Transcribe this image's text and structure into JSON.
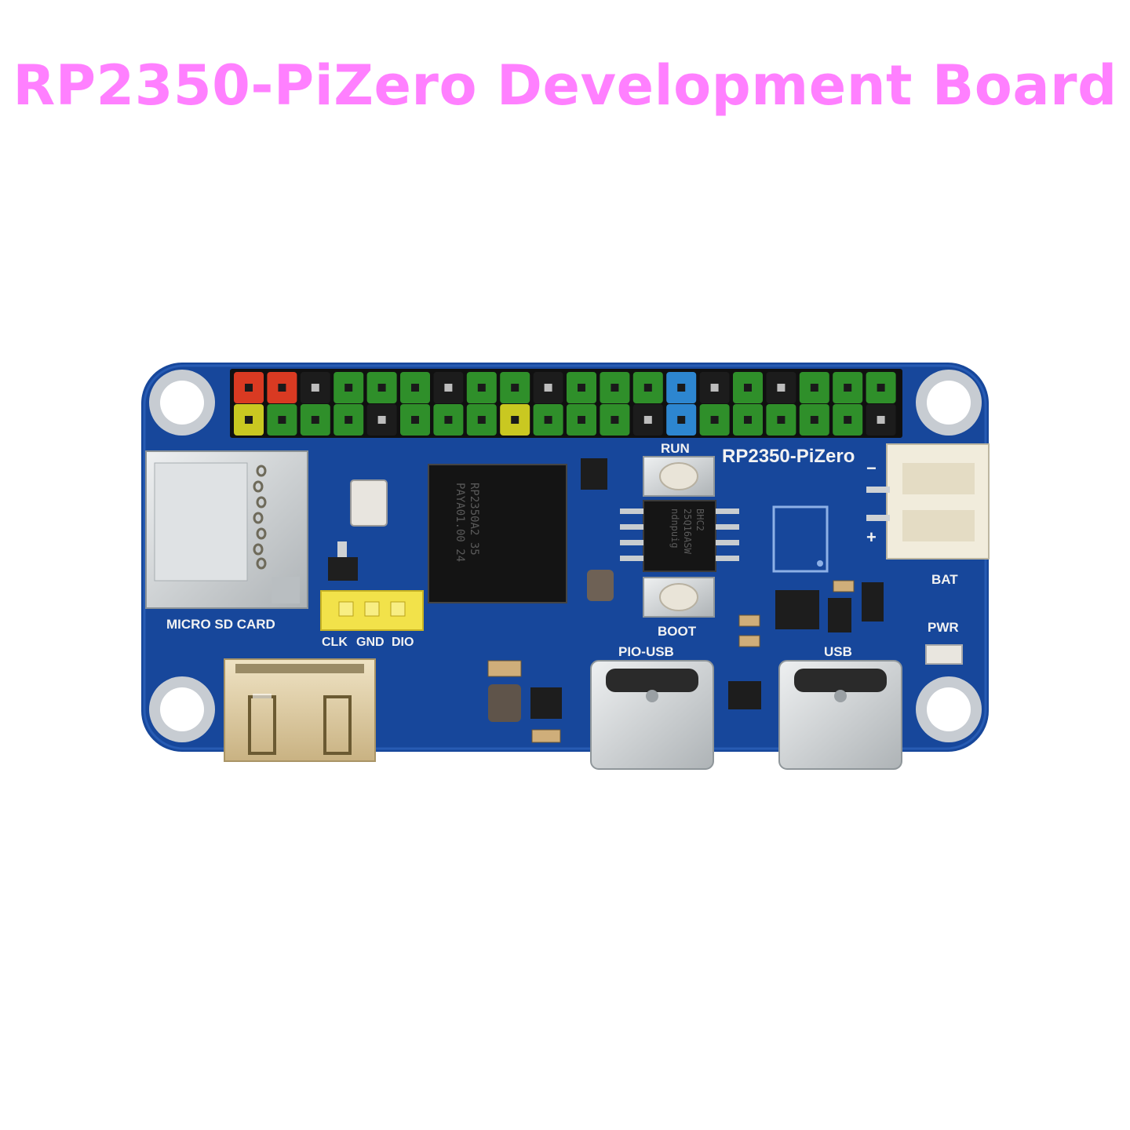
{
  "title": "RP2350-PiZero Development Board",
  "colors": {
    "title": "#ff80ff",
    "pcb": "#17479b",
    "pcb_dark": "#0f2f6e",
    "pin_red": "#d93a22",
    "pin_yellow": "#c9c821",
    "pin_black": "#1c1c1c",
    "pin_green": "#2f8f2a",
    "pin_blue": "#2d86d0",
    "metal": "#cfd2d4",
    "gold": "#d8c7a0"
  },
  "board": {
    "name": "RP2350-PiZero",
    "labels": {
      "sd": "MICRO SD CARD",
      "run": "RUN",
      "boot": "BOOT",
      "bat": "BAT",
      "pwr": "PWR",
      "pio_usb": "PIO-USB",
      "usb": "USB",
      "clk": "CLK",
      "gnd": "GND",
      "dio": "DIO",
      "minus": "−",
      "plus": "+"
    },
    "chip_lines": [
      "RP2350A2 35",
      "PAYA01.00  24"
    ],
    "flash_lines": [
      "BHC2",
      "25Q16ASW",
      "ndnpuig"
    ],
    "header_top_colors": [
      "red",
      "red",
      "black",
      "green",
      "green",
      "green",
      "black",
      "green",
      "green",
      "black",
      "green",
      "green",
      "green",
      "blue",
      "black",
      "green",
      "black",
      "green",
      "green",
      "green"
    ],
    "header_bottom_colors": [
      "yellow",
      "green",
      "green",
      "green",
      "black",
      "green",
      "green",
      "green",
      "yellow",
      "green",
      "green",
      "green",
      "black",
      "blue",
      "green",
      "green",
      "green",
      "green",
      "green",
      "black"
    ]
  }
}
